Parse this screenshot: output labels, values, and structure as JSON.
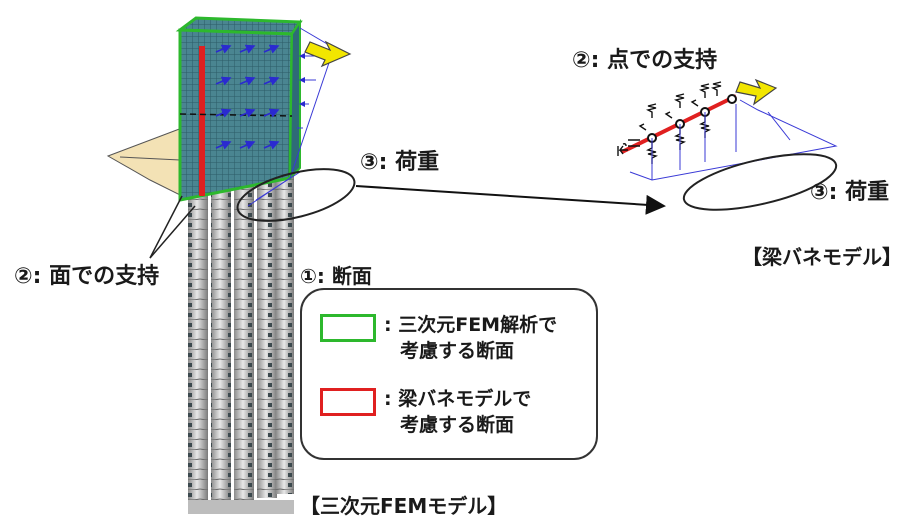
{
  "labels": {
    "load_left": "③: 荷重",
    "support_surface": "②: 面での支持",
    "support_point": "②: 点での支持",
    "load_right": "③: 荷重",
    "section_heading": "①: 断面",
    "beam_model_title": "【梁バネモデル】",
    "fem_model_title": "【三次元FEMモデル】"
  },
  "legend": {
    "green_line1": ": 三次元FEM解析で",
    "green_line2": "考慮する断面",
    "red_line1": ": 梁バネモデルで",
    "red_line2": "考慮する断面"
  },
  "colors": {
    "fem_section": "#2db82d",
    "beam_section": "#e02020",
    "load_arrow": "#f2e600",
    "load_lines": "#3a3ad6",
    "pile": "#c9c9c9",
    "plate_fill": "#f3e2b5"
  }
}
